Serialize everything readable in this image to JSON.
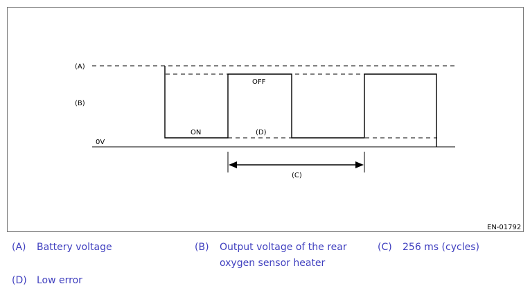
{
  "diagram": {
    "labels": {
      "a": "(A)",
      "b": "(B)",
      "zero_volt": "0V",
      "on": "ON",
      "off": "OFF",
      "d": "(D)",
      "c": "(C)"
    },
    "figure_id": "EN-01792"
  },
  "legend": [
    {
      "key": "(A)",
      "text": "Battery voltage"
    },
    {
      "key": "(B)",
      "text_line1": "Output voltage of the rear",
      "text_line2": "oxygen sensor heater"
    },
    {
      "key": "(C)",
      "text": "256 ms (cycles)"
    },
    {
      "key": "(D)",
      "text": "Low error"
    }
  ]
}
